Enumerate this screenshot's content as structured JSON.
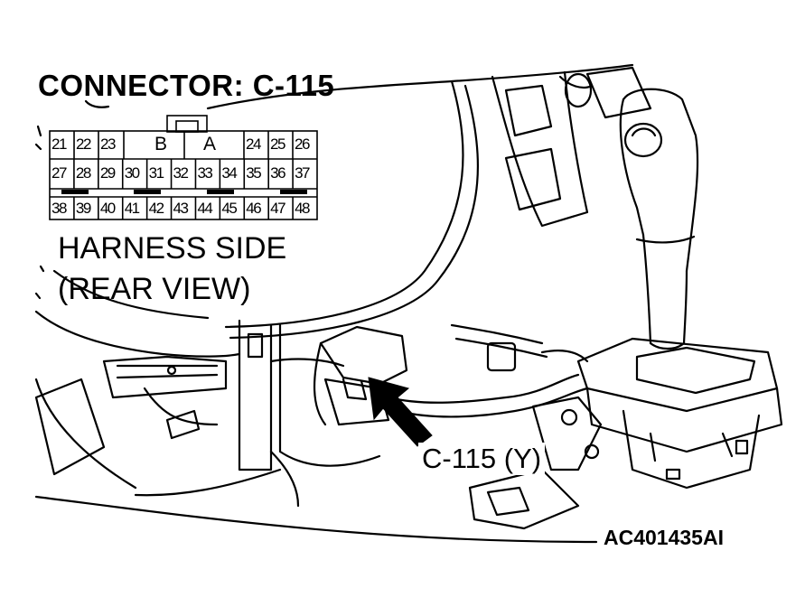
{
  "diagram": {
    "title": "CONNECTOR: C-115",
    "caption_line1": "HARNESS SIDE",
    "caption_line2": "(REAR VIEW)",
    "callout": "C-115 (Y)",
    "figure_id": "AC401435AI",
    "connector": {
      "row1_left": [
        "21",
        "22",
        "23"
      ],
      "row1_mid": [
        "B",
        "A"
      ],
      "row1_right": [
        "24",
        "25",
        "26"
      ],
      "row2": [
        "27",
        "28",
        "29",
        "30",
        "31",
        "32",
        "33",
        "34",
        "35",
        "36",
        "37"
      ],
      "row3": [
        "38",
        "39",
        "40",
        "41",
        "42",
        "43",
        "44",
        "45",
        "46",
        "47",
        "48"
      ]
    }
  }
}
